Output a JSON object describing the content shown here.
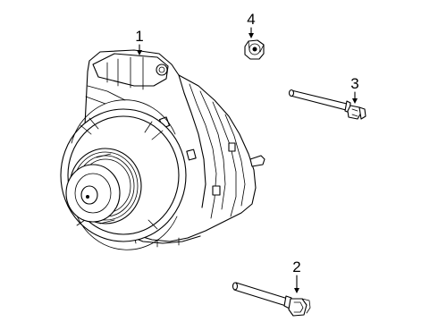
{
  "callouts": [
    {
      "number": "1",
      "part": "alternator"
    },
    {
      "number": "2",
      "part": "lower-bolt"
    },
    {
      "number": "3",
      "part": "upper-bolt"
    },
    {
      "number": "4",
      "part": "nut"
    }
  ],
  "colors": {
    "line": "#000000",
    "background": "#ffffff"
  }
}
